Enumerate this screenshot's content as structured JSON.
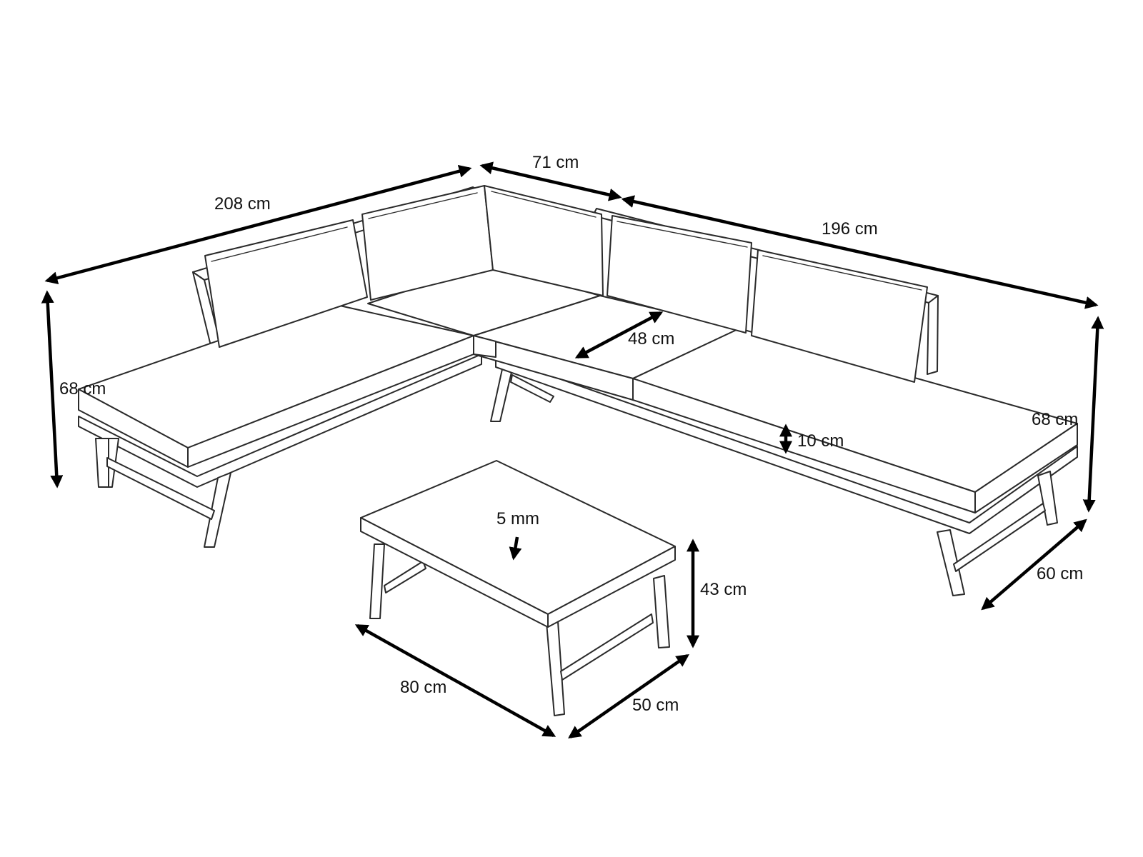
{
  "dimensions": {
    "left_length": "208 cm",
    "corner_width": "71 cm",
    "right_length": "196 cm",
    "left_height": "68 cm",
    "right_height": "68 cm",
    "seat_depth": "48 cm",
    "cushion_thickness": "10 cm",
    "sofa_depth": "60 cm",
    "glass_thickness": "5 mm",
    "table_height": "43 cm",
    "table_length": "80 cm",
    "table_width": "50 cm"
  },
  "colors": {
    "outline": "#2a2a2a",
    "arrow": "#000000",
    "background": "#ffffff"
  }
}
